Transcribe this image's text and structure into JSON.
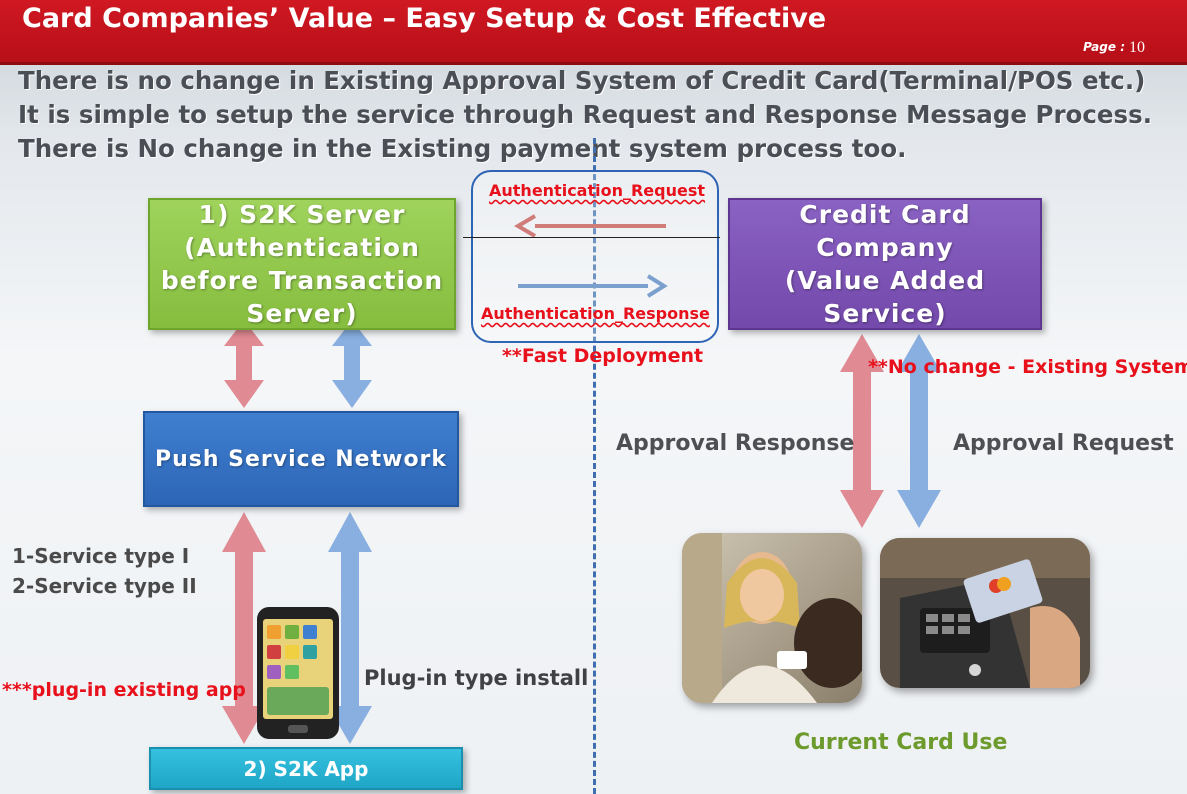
{
  "title": "Card Companies’ Value – Easy Setup & Cost Effective",
  "page": {
    "label": "Page :",
    "number": "10"
  },
  "intro_lines": [
    "There is no change in Existing Approval System of Credit Card(Terminal/POS etc.)",
    "It is simple to setup the service through Request and Response Message Process.",
    "There is No change in the Existing payment system process too."
  ],
  "nodes": {
    "server_lines": [
      "1) S2K Server",
      "(Authentication",
      "before Transaction",
      "Server)"
    ],
    "card_lines": [
      "Credit Card",
      "Company",
      "(Value Added",
      "Service)"
    ],
    "push": "Push Service Network",
    "app": "2) S2K App"
  },
  "auth": {
    "request": "Authentication_Request",
    "response": "Authentication_Response",
    "fast": "**Fast Deployment"
  },
  "notes": {
    "no_change": "**No change - Existing System",
    "approval_response": "Approval Response",
    "approval_request": "Approval Request",
    "service_types": [
      "1-Service type I",
      "2-Service type II"
    ],
    "plugin_existing": "***plug-in existing app",
    "plugin_install": "Plug-in type install",
    "current_card_use": "Current Card Use"
  },
  "colors": {
    "title_bar": "#c4121b",
    "server": "#8cc444",
    "card": "#7b52b5",
    "push": "#3574c5",
    "app": "#27b3d4",
    "arrow_pink": "#e08a93",
    "arrow_blue": "#88afe0",
    "arrow_red": "#c0504d",
    "arrow_steel": "#4f81bd",
    "emphasis_red": "#e8101a",
    "current_card_green": "#6d9a2c"
  }
}
